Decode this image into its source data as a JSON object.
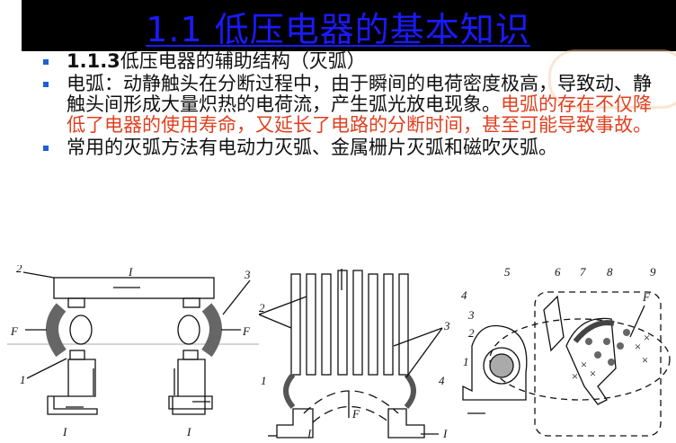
{
  "title": "1.1  低压电器的基本知识",
  "bullets": [
    {
      "prefix": "1.1.3",
      "text": "低压电器的辅助结构（灭弧）"
    },
    {
      "text": "电弧：动静触头在分断过程中，由于瞬间的电荷密度极高，导致动、静触头间形成大量炽热的电荷流，产生弧光放电现象。",
      "highlight": "电弧的存在不仅降低了电器的使用寿命，又延长了电路的分断时间，甚至可能导致事故。"
    },
    {
      "text": "常用的灭弧方法有电动力灭弧、金属栅片灭弧和磁吹灭弧。"
    }
  ],
  "colors": {
    "header_bg": "#000000",
    "title": "#1a1aff",
    "highlight": "#e0401f",
    "bullet": "#1f5fd1"
  },
  "diagram1": {
    "labels": {
      "n1": "1",
      "n2": "2",
      "n3": "3",
      "F_left": "F",
      "F_right": "F",
      "I_top": "I",
      "I_left": "I",
      "I_right": "I"
    }
  },
  "diagram2": {
    "labels": {
      "n1": "1",
      "n2": "2",
      "n3": "3",
      "n4": "4",
      "F": "F",
      "I_left": "I",
      "I_right": "I"
    }
  },
  "diagram3": {
    "labels": {
      "n1": "1",
      "n2": "2",
      "n3": "3",
      "n4": "4",
      "n5": "5",
      "n6": "6",
      "n7": "7",
      "n8": "8",
      "n9": "9",
      "F": "F"
    }
  }
}
